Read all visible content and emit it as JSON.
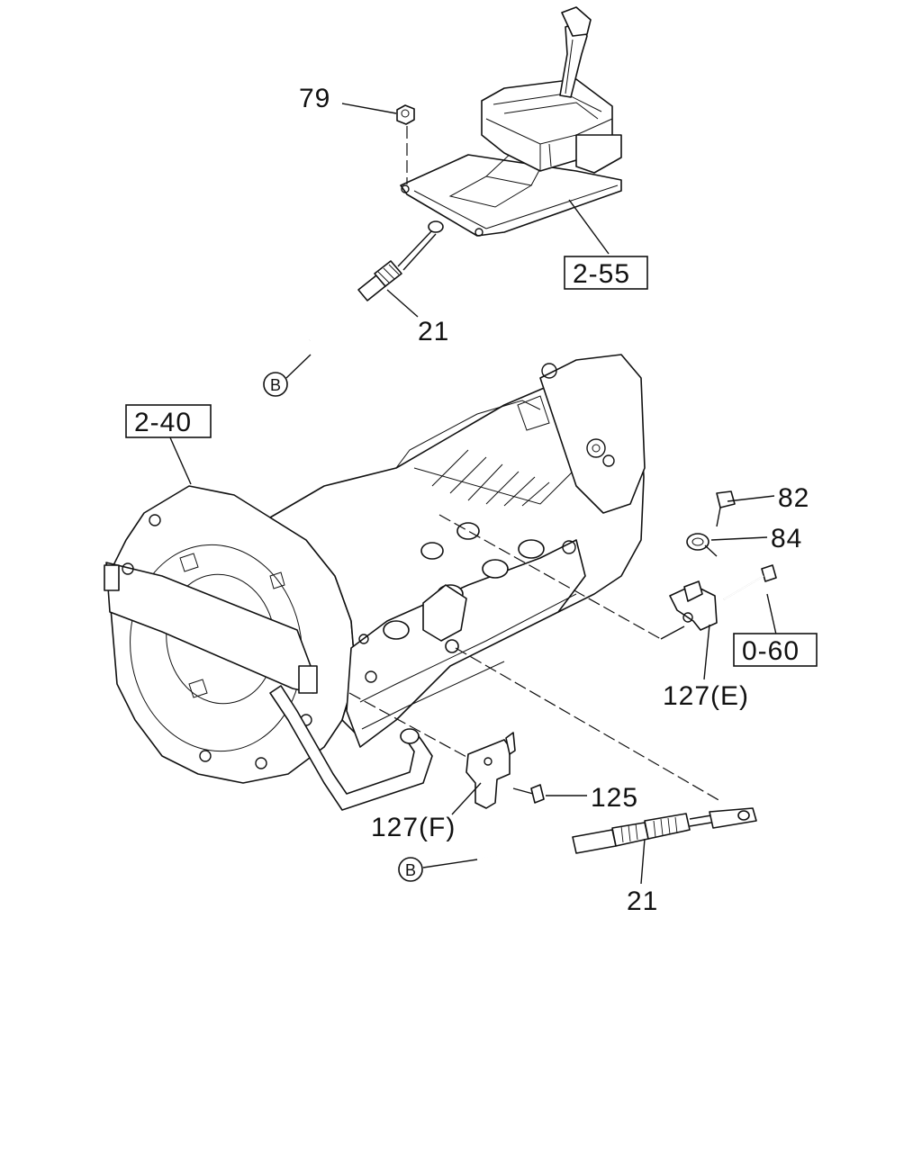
{
  "diagram": {
    "callouts": {
      "nut_79": "79",
      "cable_upper_21": "21",
      "bolt_82": "82",
      "clip_84": "84",
      "bracket_127e": "127(E)",
      "bolt_125": "125",
      "bracket_127f": "127(F)",
      "cable_lower_21": "21"
    },
    "references": {
      "shifter_assembly": "2-55",
      "transmission_assembly": "2-40",
      "bolt_ref": "0-60"
    },
    "connectors": {
      "b_upper": "B",
      "b_lower": "B"
    }
  }
}
